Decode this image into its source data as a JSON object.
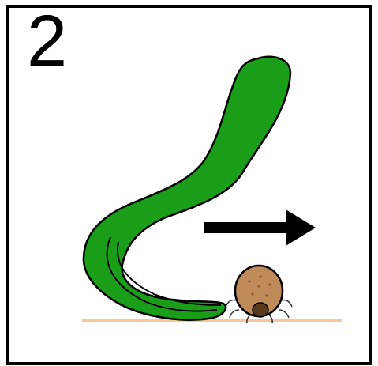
{
  "panel": {
    "step_number": "2",
    "colors": {
      "border": "#000000",
      "plant_fill": "#1a9e1a",
      "plant_outline": "#000000",
      "ground_line": "#f5c896",
      "seed_body": "#c08a5a",
      "seed_tip": "#5a3a1e",
      "arrow": "#000000"
    },
    "icons": [
      "curved-seedling",
      "right-arrow",
      "seed-with-roots",
      "ground-line"
    ]
  }
}
